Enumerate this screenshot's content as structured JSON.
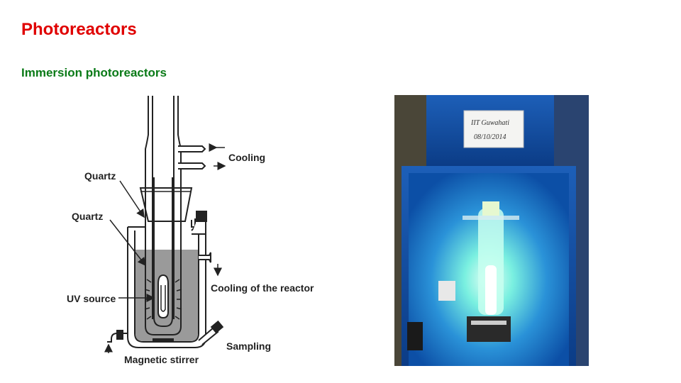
{
  "slide": {
    "title": "Photoreactors",
    "subtitle": "Immersion photoreactors",
    "title_color": "#e00000",
    "subtitle_color": "#0a7a17"
  },
  "diagram": {
    "labels": {
      "cooling": "Cooling",
      "quartz_outer": "Quartz",
      "quartz_inner": "Quartz",
      "cooling_reactor": "Cooling of the reactor",
      "uv_source": "UV source",
      "sampling": "Sampling",
      "magnetic_stirrer": "Magnetic stirrer"
    }
  },
  "photo": {
    "label_line1": "IIT Guwahati",
    "label_line2": "08/10/2014"
  }
}
